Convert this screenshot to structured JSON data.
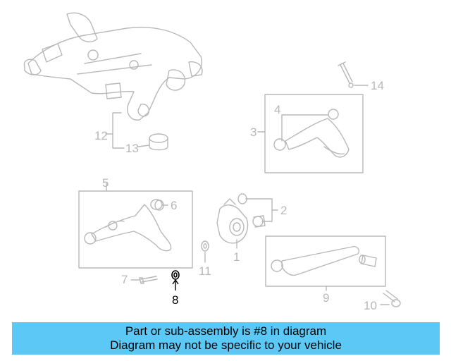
{
  "labels": {
    "l1": "1",
    "l2": "2",
    "l3": "3",
    "l4": "4",
    "l5": "5",
    "l6": "6",
    "l7": "7",
    "l8": "8",
    "l9": "9",
    "l10": "10",
    "l11": "11",
    "l12": "12",
    "l13": "13",
    "l14": "14"
  },
  "banner": {
    "line1": "Part or sub-assembly is #8 in diagram",
    "line2": "Diagram may not be specific to your vehicle"
  },
  "colors": {
    "part_stroke": "#b8b8b8",
    "highlight": "#000000",
    "banner": "#5bc8f5"
  }
}
